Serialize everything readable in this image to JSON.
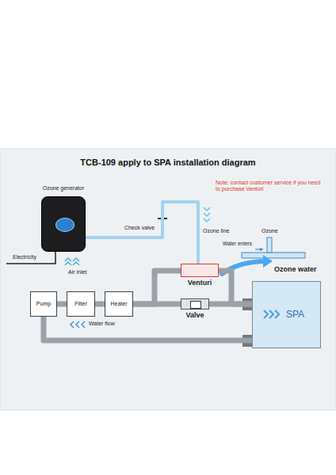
{
  "diagram": {
    "title": "TCB-109 apply to SPA installation diagram",
    "nodes": [
      {
        "text": [
          "Ozone generator"
        ]
      },
      {
        "text": [
          "Venturi"
        ]
      },
      {
        "text": [
          "Pump"
        ]
      },
      {
        "text": [
          "Filter"
        ]
      },
      {
        "text": [
          "Heater"
        ]
      },
      {
        "text": [
          "Valve"
        ]
      },
      {
        "text": [
          "SPA"
        ]
      }
    ],
    "edges": [
      {
        "from": 0,
        "to": 1,
        "arrow": "none"
      },
      {
        "from": 2,
        "to": 3,
        "arrow": "none"
      },
      {
        "from": 3,
        "to": 4,
        "arrow": "none"
      },
      {
        "from": 4,
        "to": 5,
        "arrow": "none"
      },
      {
        "from": 4,
        "to": 1,
        "arrow": "none"
      },
      {
        "from": 5,
        "to": 6,
        "arrow": "none"
      },
      {
        "from": 1,
        "to": 6,
        "arrow": "none"
      },
      {
        "from": 6,
        "to": 2,
        "arrow": "none"
      }
    ],
    "labels": [
      "Note: contact customer service if you need to purchase Venturi",
      "Check valve",
      "Ozone",
      "Ozone line",
      "Water enters",
      "Electricity",
      "Ozone water",
      "Air inlet",
      "Water flow"
    ]
  }
}
